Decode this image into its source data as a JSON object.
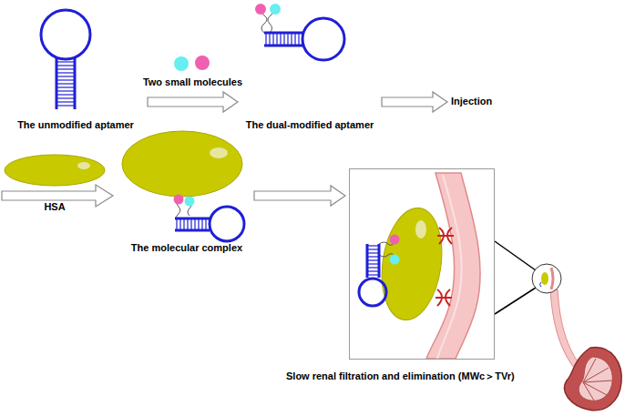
{
  "diagram": {
    "nodes": [
      {
        "text": [
          "The unmodified aptamer"
        ]
      },
      {
        "text": [
          "The dual-modified aptamer"
        ]
      },
      {
        "text": [
          "Injection"
        ]
      },
      {
        "text": [
          "HSA"
        ]
      },
      {
        "text": [
          "The molecular complex"
        ]
      },
      {
        "text": [
          "Slow renal filtration and elimination (MWc＞TVr)"
        ]
      }
    ],
    "edges": [
      {
        "from": 0,
        "to": 1,
        "arrow": "to",
        "label": "Two small molecules"
      },
      {
        "from": 1,
        "to": 2,
        "arrow": "to"
      },
      {
        "from": 4,
        "to": 5,
        "arrow": "to"
      }
    ]
  }
}
